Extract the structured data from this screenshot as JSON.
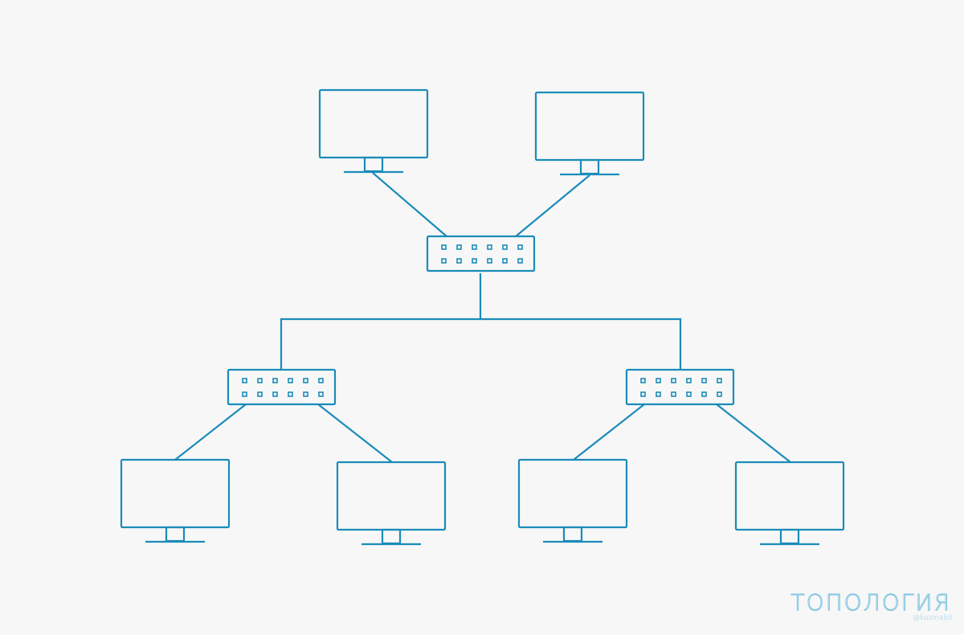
{
  "diagram": {
    "type": "network-topology",
    "stroke_color": "#1a8cb9",
    "background": "#f7f7f7",
    "nodes": [
      {
        "id": "monitor-top-left",
        "kind": "monitor-icon"
      },
      {
        "id": "monitor-top-right",
        "kind": "monitor-icon"
      },
      {
        "id": "switch-center",
        "kind": "switch-icon"
      },
      {
        "id": "switch-left",
        "kind": "switch-icon"
      },
      {
        "id": "switch-right",
        "kind": "switch-icon"
      },
      {
        "id": "monitor-bottom-1",
        "kind": "monitor-icon"
      },
      {
        "id": "monitor-bottom-2",
        "kind": "monitor-icon"
      },
      {
        "id": "monitor-bottom-3",
        "kind": "monitor-icon"
      },
      {
        "id": "monitor-bottom-4",
        "kind": "monitor-icon"
      }
    ],
    "links": [
      {
        "from": "monitor-top-left",
        "to": "switch-center"
      },
      {
        "from": "monitor-top-right",
        "to": "switch-center"
      },
      {
        "from": "switch-center",
        "to": "switch-left"
      },
      {
        "from": "switch-center",
        "to": "switch-right"
      },
      {
        "from": "switch-left",
        "to": "monitor-bottom-1"
      },
      {
        "from": "switch-left",
        "to": "monitor-bottom-2"
      },
      {
        "from": "switch-right",
        "to": "monitor-bottom-3"
      },
      {
        "from": "switch-right",
        "to": "monitor-bottom-4"
      }
    ]
  },
  "watermark": {
    "title": "ТОПОЛОГИЯ",
    "handle": "@kuzinabit"
  }
}
